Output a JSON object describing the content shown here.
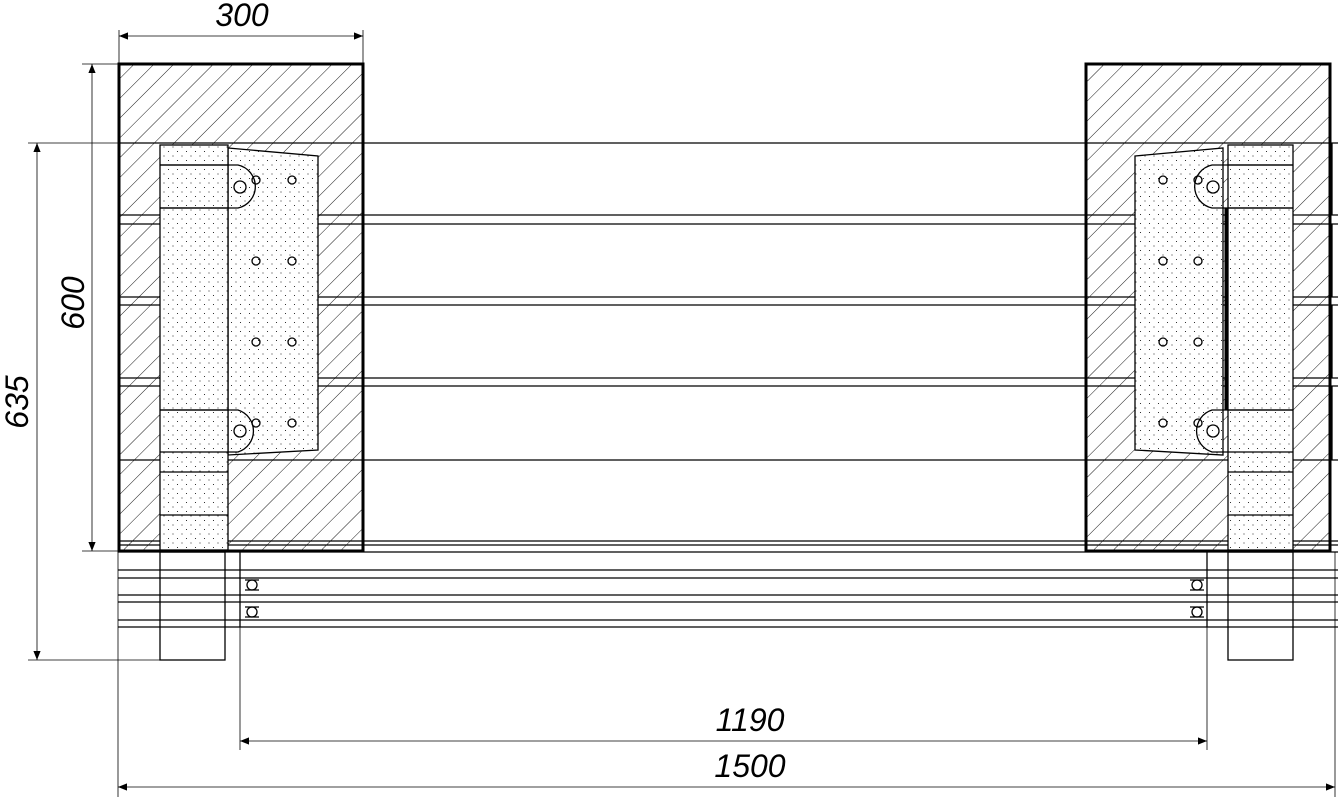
{
  "dimensions": {
    "top_width": "300",
    "inner_height": "600",
    "total_height": "635",
    "inner_span": "1190",
    "total_span": "1500"
  }
}
